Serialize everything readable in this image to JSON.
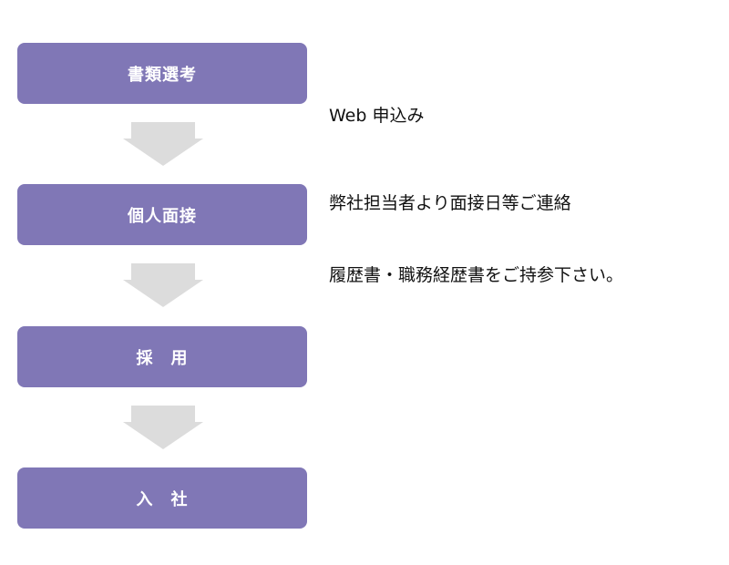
{
  "steps": [
    {
      "label": "書類選考"
    },
    {
      "label": "個人面接"
    },
    {
      "label": "採　用"
    },
    {
      "label": "入　社"
    }
  ],
  "notes": [
    {
      "lines": [
        "Web 申込み",
        "弊社担当者より面接日等ご連絡"
      ]
    },
    {
      "lines": [
        "履歴書・職務経歴書をご持参下さい。"
      ]
    }
  ],
  "colors": {
    "step_fill": "#8077b6",
    "arrow_fill": "#dcdcdc",
    "step_text": "#ffffff",
    "note_text": "#111111"
  },
  "icons": {
    "arrow": "down-arrow-icon"
  }
}
